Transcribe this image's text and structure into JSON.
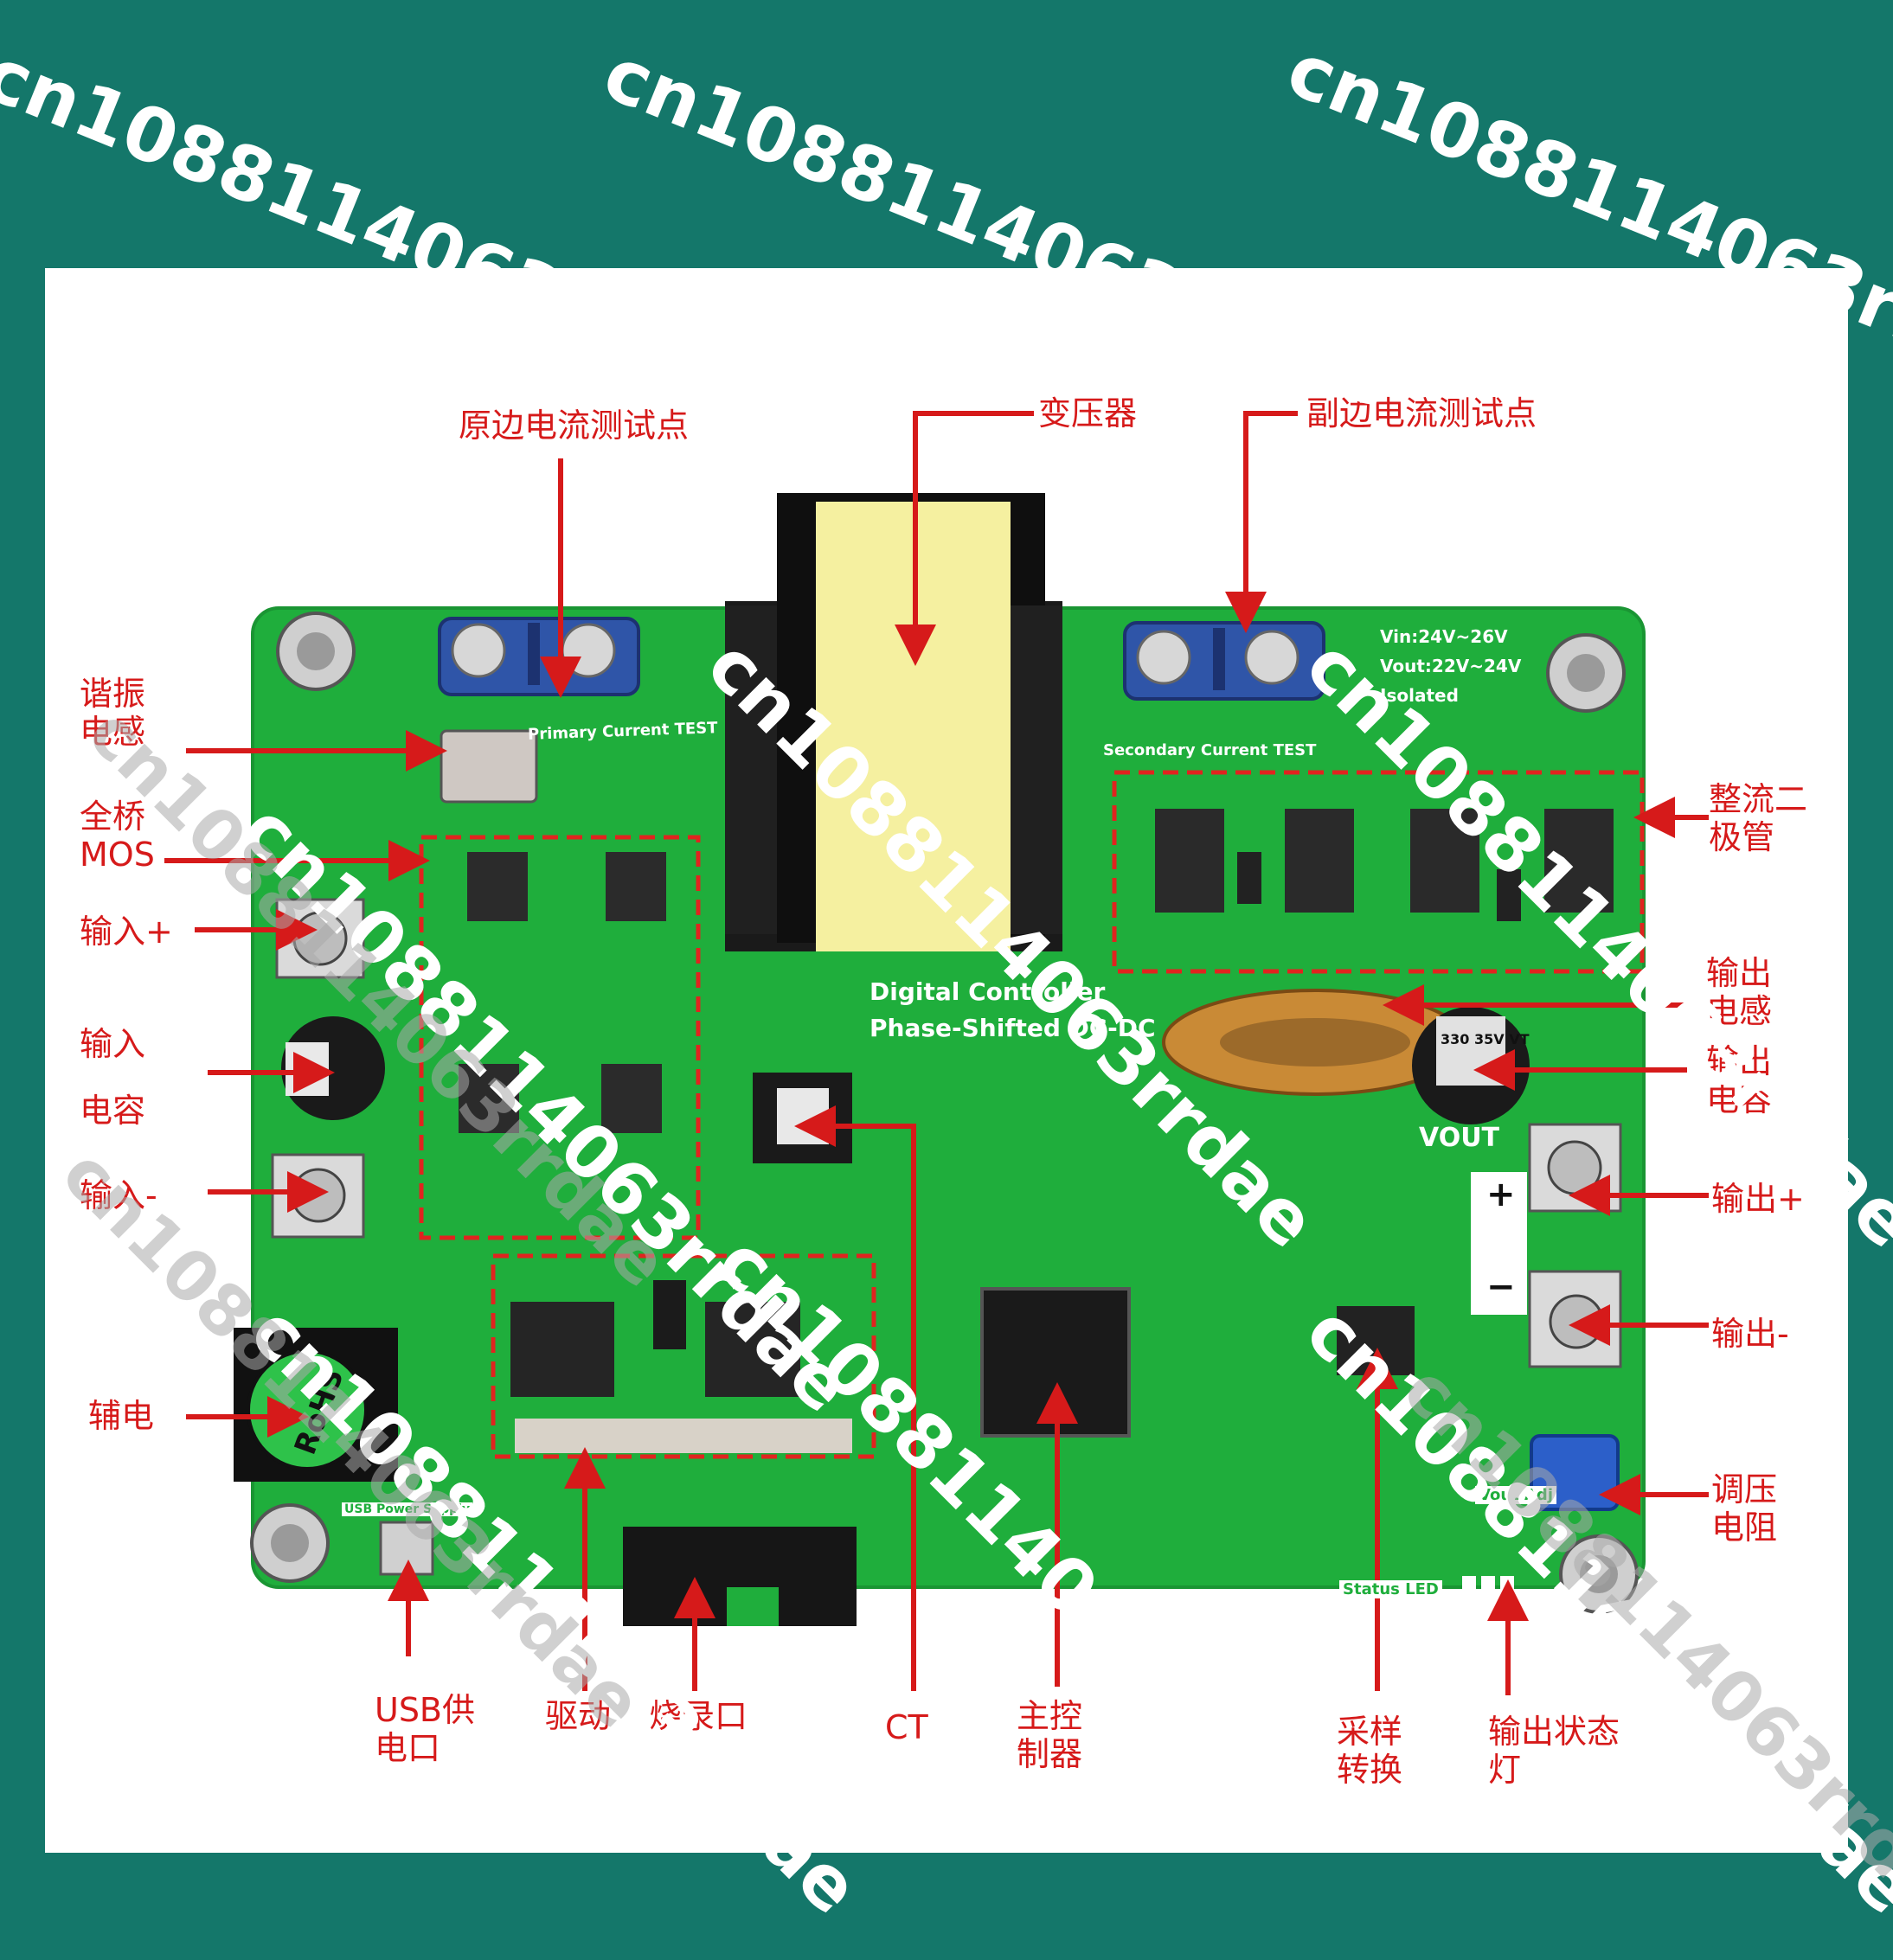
{
  "watermark": "cn1088114063rrdae",
  "labels": {
    "primary_current_tp": "原边电流测试点",
    "transformer": "变压器",
    "secondary_current_tp": "副边电流测试点",
    "resonant_inductor": "谐振\n电感",
    "full_bridge_mos": "全桥\nMOS",
    "input_plus": "输入+",
    "input_cap_1": "输入",
    "input_cap_2": "电容",
    "input_minus": "输入-",
    "aux_power": "辅电",
    "rectifier_diode": "整流二\n极管",
    "output_inductor": "输出\n电感",
    "output_cap": "输出\n电容",
    "output_plus": "输出+",
    "output_minus": "输出-",
    "adjust_resistor": "调压\n电阻",
    "usb_power": "USB供\n电口",
    "driver": "驱动",
    "program_port": "烧录口",
    "ct": "CT",
    "main_controller": "主控\n制器",
    "sampling": "采样\n转换",
    "status_led": "输出状态\n灯"
  },
  "board": {
    "primary_test": "Primary Current TEST",
    "secondary_test": "Secondary Current TEST",
    "title_1": "Digital Controller",
    "title_2": "Phase-Shifted DC-DC",
    "vout": "VOUT",
    "status_led": "Status LED",
    "vout_adj": "Vout Adj",
    "usb_supply": "USB Power Supply",
    "rohs": "RoHS",
    "spec_1": "Vin:24V~26V",
    "spec_2": "Vout:22V~24V",
    "spec_3": "Isolated",
    "cap_text": "330 35V VT",
    "plus": "+",
    "minus": "−"
  },
  "colors": {
    "frame": "#14776a",
    "panel": "#ffffff",
    "pcb": "#1fae3c",
    "arrow_red": "#d61a1a"
  }
}
